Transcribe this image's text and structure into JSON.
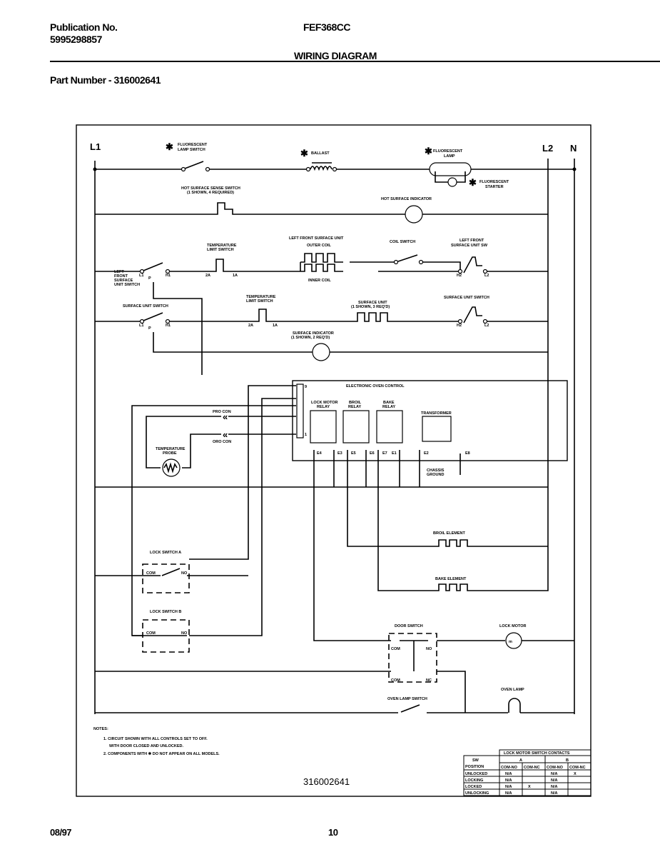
{
  "header": {
    "publication_label": "Publication No.",
    "publication_number": "5995298857",
    "model": "FEF368CC",
    "section_title": "WIRING DIAGRAM",
    "part_number": "Part Number - 316002641"
  },
  "diagram": {
    "lines": {
      "l1": "L1",
      "l2": "L2",
      "n": "N"
    },
    "labels": {
      "fluorescent_lamp_switch": [
        "FLUORESCENT",
        "LAMP SWITCH"
      ],
      "ballast": "BALLAST",
      "fluorescent_lamp": [
        "FLUORESCENT",
        "LAMP"
      ],
      "fluorescent_starter": [
        "FLUORESCENT",
        "STARTER"
      ],
      "hot_surface_sense_switch": [
        "HOT SURFACE SENSE SWITCH",
        "(1 SHOWN, 4 REQUIRED)"
      ],
      "hot_surface_indicator": "HOT SURFACE INDICATOR",
      "temp_limit_switch": [
        "TEMPERATURE",
        "LIMIT SWITCH"
      ],
      "left_front_surface_unit": [
        "LEFT FRONT SURFACE UNIT",
        "OUTER COIL",
        "INNER COIL"
      ],
      "coil_switch": "COIL SWITCH",
      "left_front_surface_unit_sw": [
        "LEFT FRONT",
        "SURFACE UNIT SW"
      ],
      "left_front_surface_unit_switch": [
        "LEFT",
        "FRONT",
        "SURFACE",
        "UNIT SWITCH"
      ],
      "surface_unit_switch": "SURFACE UNIT SWITCH",
      "surface_unit": [
        "SURFACE UNIT",
        "(1 SHOWN, 3 REQ'D)"
      ],
      "surface_unit_switch_right": "SURFACE UNIT SWITCH",
      "surface_indicator": [
        "SURFACE INDICATOR",
        "(1 SHOWN, 2 REQ'D)"
      ],
      "electronic_oven_control": "ELECTRONIC OVEN CONTROL",
      "lock_motor_relay": [
        "LOCK MOTOR",
        "RELAY"
      ],
      "broil_relay": [
        "BROIL",
        "RELAY"
      ],
      "bake_relay": [
        "BAKE",
        "RELAY"
      ],
      "transformer": "TRANSFORMER",
      "chassis_ground": [
        "CHASSIS",
        "GROUND"
      ],
      "pro_con": "PRO CON",
      "oro_con": "ORO CON",
      "temperature_probe": [
        "TEMPERATURE",
        "PROBE"
      ],
      "broil_element": "BROIL ELEMENT",
      "bake_element": "BAKE ELEMENT",
      "lock_switch_a": "LOCK SWITCH A",
      "lock_switch_b": "LOCK SWITCH B",
      "door_switch": "DOOR SWITCH",
      "lock_motor": "LOCK MOTOR",
      "oven_lamp": "OVEN LAMP",
      "oven_lamp_switch": "OVEN LAMP SWITCH",
      "com": "COM",
      "no": "NO",
      "nc": "NC"
    },
    "terminals": {
      "l1": "L1",
      "h1": "H1",
      "h2": "H2",
      "l2": "L2",
      "p": "P",
      "t2a": "2A",
      "t1a": "1A",
      "e4": "E4",
      "e3": "E3",
      "e5": "E5",
      "e6": "E6",
      "e7": "E7",
      "e1": "E1",
      "e2": "E2",
      "e8": "E8",
      "pin1": "1",
      "pin9": "9"
    },
    "drawing_number": "316002641"
  },
  "notes": {
    "title": "NOTES:",
    "items": [
      "1. CIRCUIT SHOWN WITH ALL CONTROLS SET TO OFF.",
      "   WITH DOOR CLOSED AND UNLOCKED.",
      "2. COMPONENTS WITH ✱ DO NOT APPEAR ON ALL MODELS."
    ]
  },
  "contact_table": {
    "title": "LOCK MOTOR SWITCH CONTACTS",
    "position_header": [
      "SW",
      "POSITION"
    ],
    "groups": [
      "A",
      "B"
    ],
    "subheaders": [
      "COM-NO",
      "COM-NC",
      "COM-NO",
      "COM-NC"
    ],
    "rows": [
      {
        "position": "UNLOCKED",
        "cells": [
          "N/A",
          "",
          "N/A",
          "X"
        ]
      },
      {
        "position": "LOCKING",
        "cells": [
          "N/A",
          "",
          "N/A",
          ""
        ]
      },
      {
        "position": "LOCKED",
        "cells": [
          "N/A",
          "X",
          "N/A",
          ""
        ]
      },
      {
        "position": "UNLOCKING",
        "cells": [
          "N/A",
          "",
          "N/A",
          ""
        ]
      }
    ]
  },
  "footer": {
    "date": "08/97",
    "page": "10"
  }
}
